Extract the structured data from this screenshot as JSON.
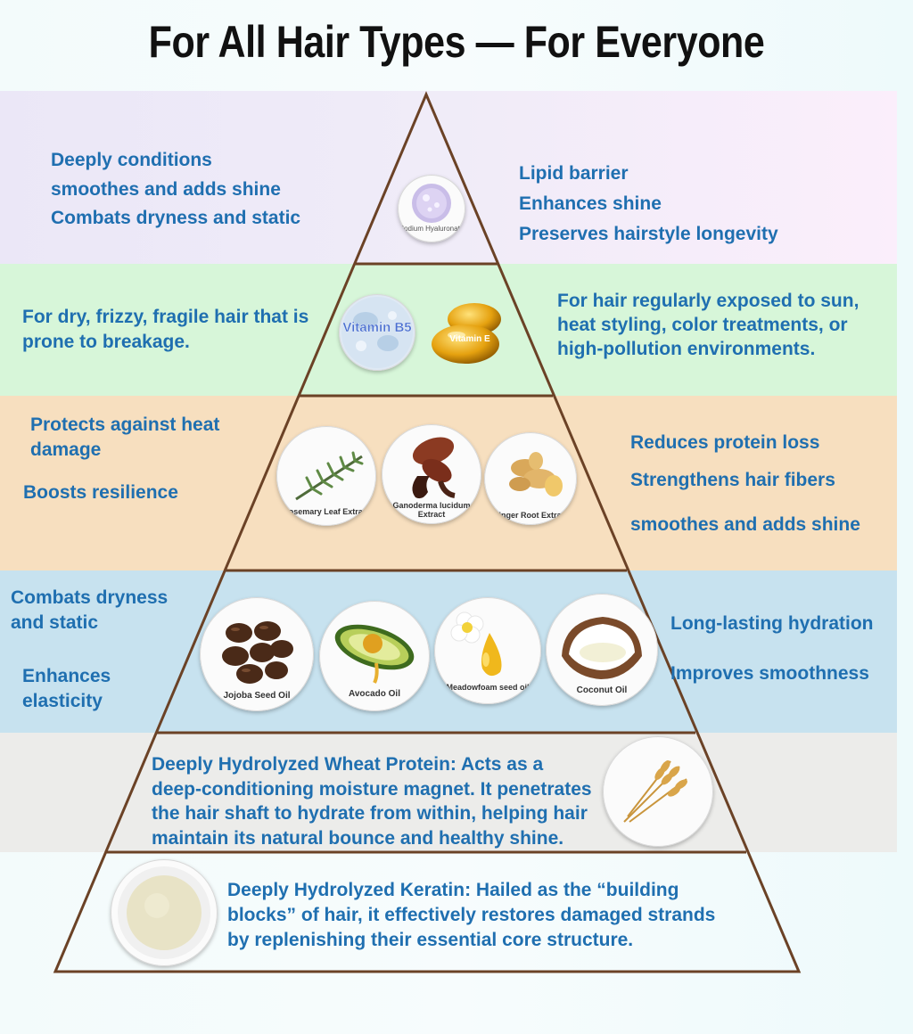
{
  "title": "For All Hair Types — For Everyone",
  "tiers": [
    {
      "left": [
        "Deeply conditions",
        "smoothes and adds shine",
        "Combats dryness and static"
      ],
      "right": [
        "Lipid barrier",
        "Enhances shine",
        "Preserves hairstyle longevity"
      ],
      "ingredients": [
        "Sodium Hyaluronate"
      ]
    },
    {
      "left": [
        "For dry, frizzy, fragile hair that is",
        "prone to breakage."
      ],
      "right": [
        "For hair regularly exposed to sun,",
        "heat styling, color treatments, or",
        "high-pollution environments."
      ],
      "ingredients": [
        "Vitamin B5",
        "Vitamin E"
      ]
    },
    {
      "left": [
        "Protects against heat",
        "damage",
        "Boosts resilience"
      ],
      "right": [
        "Reduces protein loss",
        "Strengthens hair fibers",
        "smoothes and adds shine"
      ],
      "ingredients": [
        "Rosemary Leaf Extract",
        "Ganoderma lucidum Extract",
        "Ginger Root Extract"
      ]
    },
    {
      "left": [
        "Combats dryness",
        "and static",
        "Enhances",
        "elasticity"
      ],
      "right": [
        "Long-lasting hydration",
        "Improves smoothness"
      ],
      "ingredients": [
        "Jojoba Seed Oil",
        "Avocado Oil",
        "Meadowfoam seed oil",
        "Coconut Oil"
      ]
    },
    {
      "text": [
        "Deeply Hydrolyzed Wheat Protein: Acts as a",
        "deep-conditioning moisture magnet. It penetrates",
        "the hair shaft to hydrate from within, helping hair",
        "maintain its natural bounce and healthy shine."
      ]
    },
    {
      "text": [
        "Deeply Hydrolyzed Keratin: Hailed as the “building",
        "blocks” of hair, it effectively restores damaged strands",
        "by replenishing their essential core structure."
      ]
    }
  ],
  "colors": {
    "text": "#1f6fb0",
    "pyramid_line": "#6b4226",
    "band1": "#ede8f7",
    "band2": "#d7f6d9",
    "band3": "#f7dfbf",
    "band4": "#c7e2ef",
    "band5": "#ececea"
  },
  "icons": [
    "serum-drop-icon",
    "vitamin-b5-drops-icon",
    "vitamin-e-capsule-icon",
    "rosemary-icon",
    "ganoderma-icon",
    "ginger-icon",
    "jojoba-seeds-icon",
    "avocado-icon",
    "meadowfoam-flower-oil-icon",
    "coconut-icon",
    "wheat-icon",
    "keratin-powder-icon"
  ]
}
